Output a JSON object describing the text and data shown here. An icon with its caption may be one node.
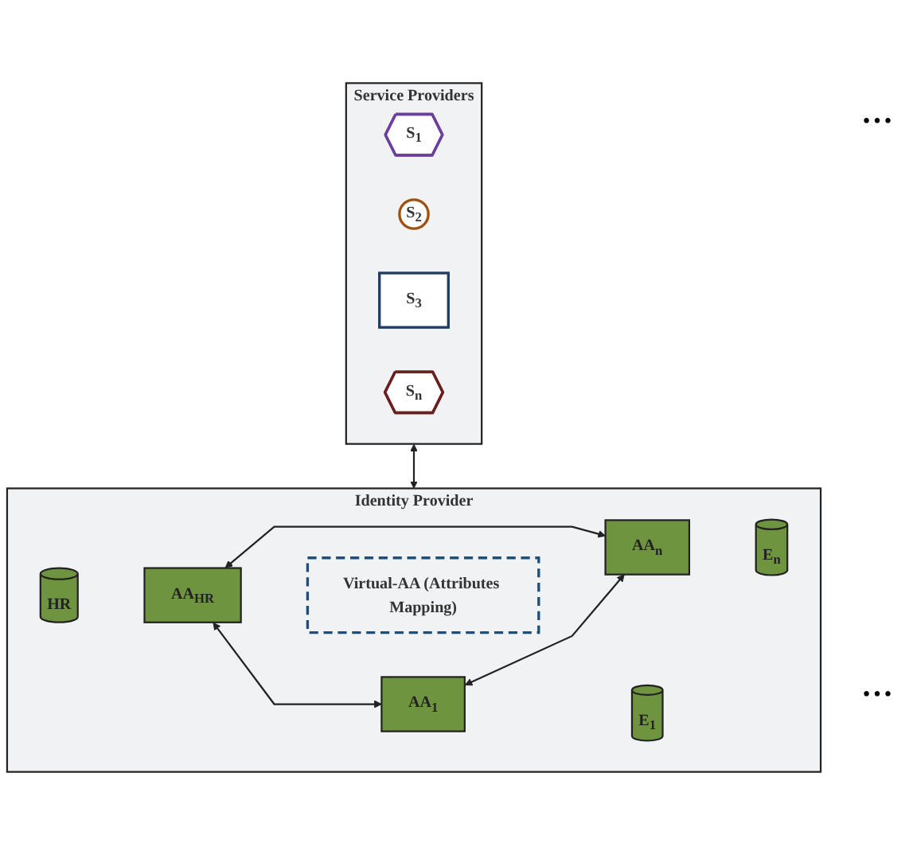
{
  "diagram": {
    "nodes": [
      {
        "text": [
          "Service Providers"
        ]
      },
      {
        "text": [
          "S$_{1}$"
        ],
        "in": 0
      },
      {
        "text": [
          "S$_{2}$"
        ],
        "in": 0
      },
      {
        "text": [
          "S$_{3}$"
        ],
        "in": 0
      },
      {
        "text": [
          "S$_{n}$"
        ],
        "in": 0
      },
      {
        "text": [
          "Identity Provider"
        ]
      },
      {
        "text": [
          "HR"
        ],
        "in": 5
      },
      {
        "text": [
          "AA$_{HR}$"
        ],
        "in": 5
      },
      {
        "text": [
          "Virtual-AA (Attributes Mapping)"
        ],
        "in": 5
      },
      {
        "text": [
          "AA$_{1}$"
        ],
        "in": 5
      },
      {
        "text": [
          "E$_{1}$"
        ],
        "in": 5
      },
      {
        "text": [
          "AA$_{n}$"
        ],
        "in": 5
      },
      {
        "text": [
          "E$_{n}$"
        ],
        "in": 5
      }
    ],
    "edges": [
      {
        "from": 0,
        "to": 5,
        "arrow": "both"
      },
      {
        "from": 7,
        "to": 9,
        "arrow": "both"
      },
      {
        "from": 7,
        "to": 11,
        "arrow": "both"
      },
      {
        "from": 9,
        "to": 11,
        "arrow": "both"
      }
    ],
    "labels": [
      "…",
      "…"
    ]
  }
}
